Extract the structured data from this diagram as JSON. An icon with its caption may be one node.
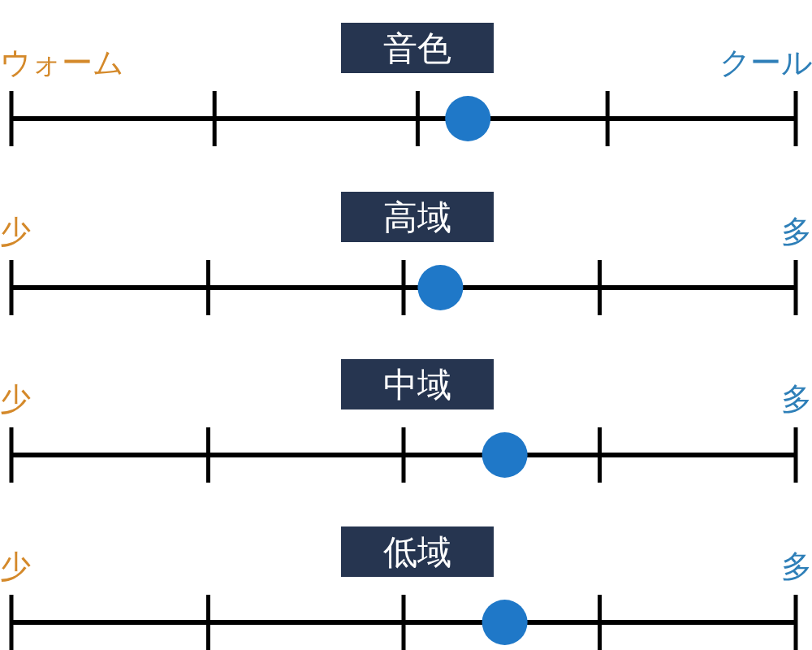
{
  "diagram": {
    "nodes": [
      {
        "text": [
          "音色"
        ]
      },
      {
        "text": [
          "高域"
        ]
      },
      {
        "text": [
          "中域"
        ]
      },
      {
        "text": [
          "低域"
        ]
      }
    ],
    "labels": [
      "ウォーム",
      "クール",
      "少",
      "多",
      "少",
      "多",
      "少",
      "多"
    ]
  }
}
